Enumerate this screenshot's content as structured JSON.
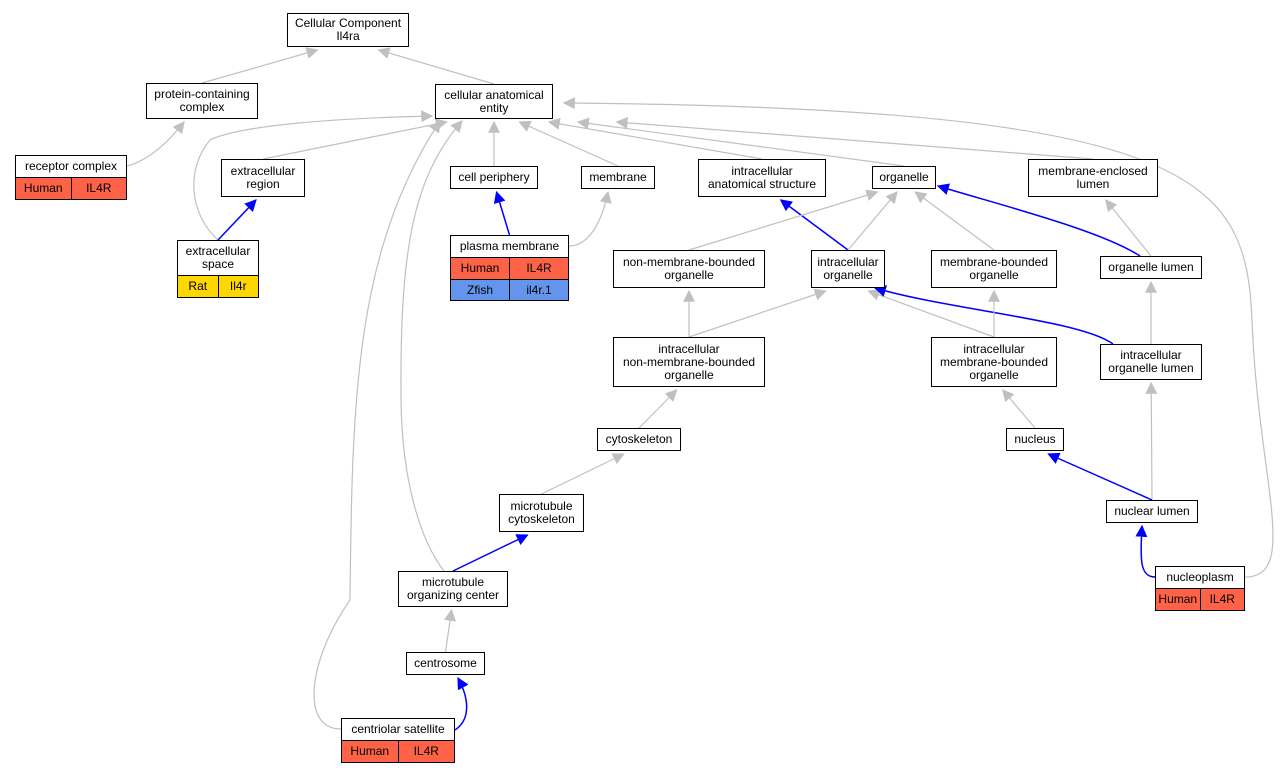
{
  "colors": {
    "edge_gray": "#c0c0c0",
    "edge_blue": "#0000ff",
    "human": "#ff6347",
    "rat": "#ffd700",
    "zfish": "#6495ed"
  },
  "nodes": {
    "root": [
      "Cellular Component",
      "Il4ra"
    ],
    "protein_complex": [
      "protein-containing",
      "complex"
    ],
    "cae": [
      "cellular anatomical",
      "entity"
    ],
    "receptor_complex": [
      "receptor complex"
    ],
    "extracellular_region": [
      "extracellular",
      "region"
    ],
    "cell_periphery": [
      "cell periphery"
    ],
    "membrane": [
      "membrane"
    ],
    "intracellular_anatomical_structure": [
      "intracellular",
      "anatomical structure"
    ],
    "organelle": [
      "organelle"
    ],
    "membrane_enclosed_lumen": [
      "membrane-enclosed",
      "lumen"
    ],
    "extracellular_space": [
      "extracellular",
      "space"
    ],
    "plasma_membrane": [
      "plasma membrane"
    ],
    "non_membrane_bounded_organelle": [
      "non-membrane-bounded",
      "organelle"
    ],
    "intracellular_organelle": [
      "intracellular",
      "organelle"
    ],
    "membrane_bounded_organelle": [
      "membrane-bounded",
      "organelle"
    ],
    "organelle_lumen": [
      "organelle lumen"
    ],
    "intracellular_nmbo": [
      "intracellular",
      "non-membrane-bounded",
      "organelle"
    ],
    "intracellular_mbo": [
      "intracellular",
      "membrane-bounded",
      "organelle"
    ],
    "intracellular_organelle_lumen": [
      "intracellular",
      "organelle lumen"
    ],
    "cytoskeleton": [
      "cytoskeleton"
    ],
    "nucleus": [
      "nucleus"
    ],
    "microtubule_cytoskeleton": [
      "microtubule",
      "cytoskeleton"
    ],
    "nuclear_lumen": [
      "nuclear lumen"
    ],
    "mtoc": [
      "microtubule",
      "organizing center"
    ],
    "nucleoplasm": [
      "nucleoplasm"
    ],
    "centrosome": [
      "centrosome"
    ],
    "centriolar_satellite": [
      "centriolar satellite"
    ]
  },
  "annotations": {
    "receptor_complex": [
      {
        "species": "Human",
        "gene": "IL4R"
      }
    ],
    "extracellular_space": [
      {
        "species": "Rat",
        "gene": "Il4r"
      }
    ],
    "plasma_membrane": [
      {
        "species": "Human",
        "gene": "IL4R"
      },
      {
        "species": "Zfish",
        "gene": "il4r.1"
      }
    ],
    "nucleoplasm": [
      {
        "species": "Human",
        "gene": "IL4R"
      }
    ],
    "centriolar_satellite": [
      {
        "species": "Human",
        "gene": "IL4R"
      }
    ]
  },
  "edges": [
    {
      "from": "protein_complex",
      "to": "root",
      "kind": "gray"
    },
    {
      "from": "cae",
      "to": "root",
      "kind": "gray"
    },
    {
      "from": "receptor_complex",
      "to": "protein_complex",
      "kind": "gray"
    },
    {
      "from": "extracellular_region",
      "to": "cae",
      "kind": "gray"
    },
    {
      "from": "extracellular_space",
      "to": "cae",
      "kind": "gray"
    },
    {
      "from": "cell_periphery",
      "to": "cae",
      "kind": "gray"
    },
    {
      "from": "membrane",
      "to": "cae",
      "kind": "gray"
    },
    {
      "from": "intracellular_anatomical_structure",
      "to": "cae",
      "kind": "gray"
    },
    {
      "from": "organelle",
      "to": "cae",
      "kind": "gray"
    },
    {
      "from": "membrane_enclosed_lumen",
      "to": "cae",
      "kind": "gray"
    },
    {
      "from": "nucleoplasm",
      "to": "cae",
      "kind": "gray"
    },
    {
      "from": "mtoc",
      "to": "cae",
      "kind": "gray"
    },
    {
      "from": "centriolar_satellite",
      "to": "cae",
      "kind": "gray"
    },
    {
      "from": "extracellular_space",
      "to": "extracellular_region",
      "kind": "blue"
    },
    {
      "from": "plasma_membrane",
      "to": "cell_periphery",
      "kind": "blue"
    },
    {
      "from": "plasma_membrane",
      "to": "membrane",
      "kind": "gray"
    },
    {
      "from": "intracellular_organelle",
      "to": "intracellular_anatomical_structure",
      "kind": "blue"
    },
    {
      "from": "non_membrane_bounded_organelle",
      "to": "organelle",
      "kind": "gray"
    },
    {
      "from": "intracellular_organelle",
      "to": "organelle",
      "kind": "gray"
    },
    {
      "from": "membrane_bounded_organelle",
      "to": "organelle",
      "kind": "gray"
    },
    {
      "from": "organelle_lumen",
      "to": "organelle",
      "kind": "blue"
    },
    {
      "from": "organelle_lumen",
      "to": "membrane_enclosed_lumen",
      "kind": "gray"
    },
    {
      "from": "intracellular_nmbo",
      "to": "non_membrane_bounded_organelle",
      "kind": "gray"
    },
    {
      "from": "intracellular_nmbo",
      "to": "intracellular_organelle",
      "kind": "gray"
    },
    {
      "from": "intracellular_mbo",
      "to": "intracellular_organelle",
      "kind": "gray"
    },
    {
      "from": "intracellular_organelle_lumen",
      "to": "intracellular_organelle",
      "kind": "blue"
    },
    {
      "from": "intracellular_mbo",
      "to": "membrane_bounded_organelle",
      "kind": "gray"
    },
    {
      "from": "intracellular_organelle_lumen",
      "to": "organelle_lumen",
      "kind": "gray"
    },
    {
      "from": "cytoskeleton",
      "to": "intracellular_nmbo",
      "kind": "gray"
    },
    {
      "from": "nucleus",
      "to": "intracellular_mbo",
      "kind": "gray"
    },
    {
      "from": "nuclear_lumen",
      "to": "intracellular_organelle_lumen",
      "kind": "gray"
    },
    {
      "from": "microtubule_cytoskeleton",
      "to": "cytoskeleton",
      "kind": "gray"
    },
    {
      "from": "nuclear_lumen",
      "to": "nucleus",
      "kind": "blue"
    },
    {
      "from": "mtoc",
      "to": "microtubule_cytoskeleton",
      "kind": "blue"
    },
    {
      "from": "nucleoplasm",
      "to": "nuclear_lumen",
      "kind": "blue"
    },
    {
      "from": "centrosome",
      "to": "mtoc",
      "kind": "gray"
    },
    {
      "from": "centriolar_satellite",
      "to": "centrosome",
      "kind": "blue"
    }
  ]
}
